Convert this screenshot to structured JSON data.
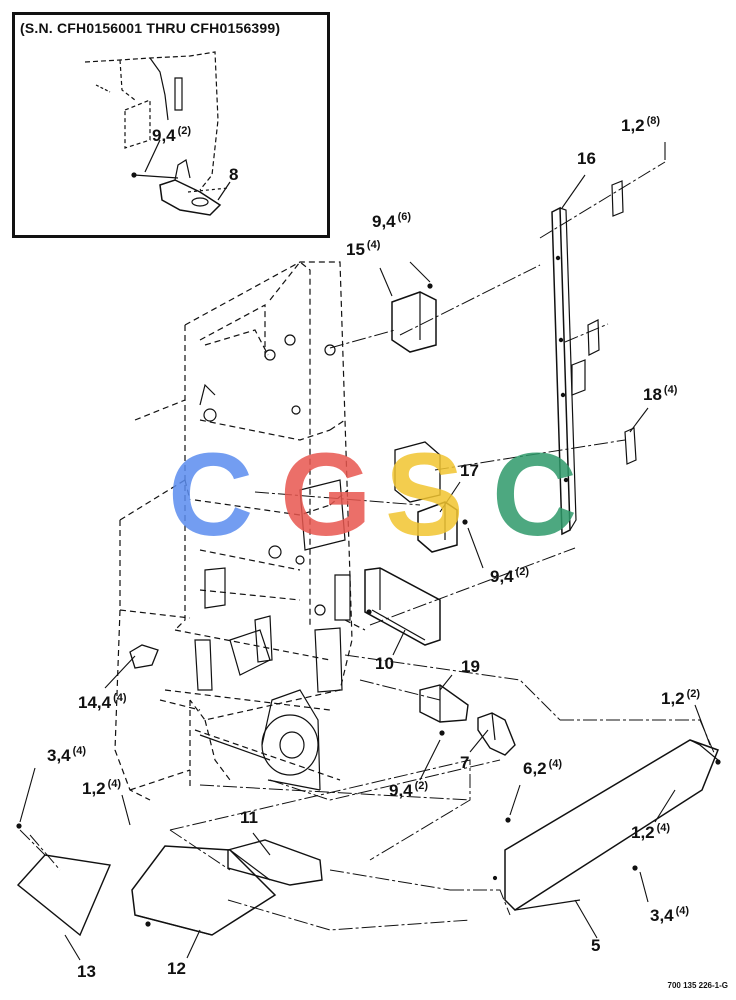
{
  "inset": {
    "title": "(S.N. CFH0156001 THRU CFH0156399)"
  },
  "callouts": [
    {
      "id": "c-inset-94",
      "part": "9,4",
      "qty": "(2)"
    },
    {
      "id": "c-inset-8",
      "part": "8",
      "qty": ""
    },
    {
      "id": "c-12-top",
      "part": "1,2",
      "qty": "(8)"
    },
    {
      "id": "c-16",
      "part": "16",
      "qty": ""
    },
    {
      "id": "c-94-6",
      "part": "9,4",
      "qty": "(6)"
    },
    {
      "id": "c-15",
      "part": "15",
      "qty": "(4)"
    },
    {
      "id": "c-18",
      "part": "18",
      "qty": "(4)"
    },
    {
      "id": "c-17",
      "part": "17",
      "qty": ""
    },
    {
      "id": "c-94-2a",
      "part": "9,4",
      "qty": "(2)"
    },
    {
      "id": "c-10",
      "part": "10",
      "qty": ""
    },
    {
      "id": "c-19",
      "part": "19",
      "qty": ""
    },
    {
      "id": "c-14",
      "part": "14,4",
      "qty": "(4)"
    },
    {
      "id": "c-7",
      "part": "7",
      "qty": ""
    },
    {
      "id": "c-12-right",
      "part": "1,2",
      "qty": "(2)"
    },
    {
      "id": "c-34-left",
      "part": "3,4",
      "qty": "(4)"
    },
    {
      "id": "c-12-left",
      "part": "1,2",
      "qty": "(4)"
    },
    {
      "id": "c-94-2b",
      "part": "9,4",
      "qty": "(2)"
    },
    {
      "id": "c-62",
      "part": "6,2",
      "qty": "(4)"
    },
    {
      "id": "c-11",
      "part": "11",
      "qty": ""
    },
    {
      "id": "c-12-lower",
      "part": "1,2",
      "qty": "(4)"
    },
    {
      "id": "c-34-right",
      "part": "3,4",
      "qty": "(4)"
    },
    {
      "id": "c-13",
      "part": "13",
      "qty": ""
    },
    {
      "id": "c-12",
      "part": "12",
      "qty": ""
    },
    {
      "id": "c-5",
      "part": "5",
      "qty": ""
    }
  ],
  "watermark": {
    "letters": [
      "C",
      "G",
      "S",
      "C"
    ],
    "colors": [
      "#5b8def",
      "#e8574f",
      "#f2c530",
      "#2e9a6a"
    ]
  },
  "drawing_number": "700 135 226-1-G"
}
